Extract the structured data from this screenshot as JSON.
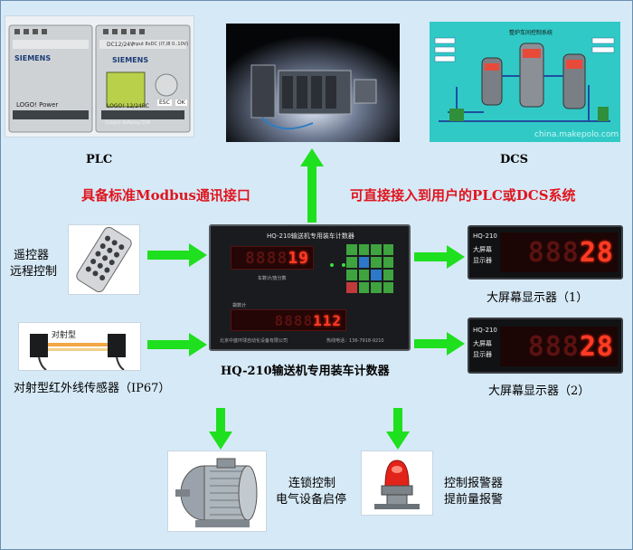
{
  "labels": {
    "plc": "PLC",
    "dcs": "DCS",
    "modbus": "具备标准Modbus通讯接口",
    "direct": "可直接接入到用户的PLC或DCS系统",
    "remote_1": "遥控器",
    "remote_2": "远程控制",
    "sensor": "对射型红外线传感器（IP67）",
    "sensor_tag": "对射型",
    "device": "HQ-210输送机专用装车计数器",
    "display_1": "大屏幕显示器（1）",
    "display_2": "大屏幕显示器（2）",
    "motor_1": "连锁控制",
    "motor_2": "电气设备启停",
    "alarm_1": "控制报警器",
    "alarm_2": "提前量报警"
  },
  "plc_panel": {
    "brand": "SIEMENS",
    "brand2": "SIEMENS",
    "model_left": "LOGO! Power",
    "model_right": "LOGO! 12/24RC",
    "voltage": "DC12/24V",
    "input": "Input 8xDC (I7,I8 0..10V)",
    "output": "Output 4xRelay/10A",
    "ok": "OK",
    "esc": "ESC"
  },
  "dcs_panel": {
    "title": "整炉车间控制系统",
    "watermark": "china.makepolo.com"
  },
  "counter": {
    "title": "HQ-210输送机专用装车计数器",
    "top_value": "19",
    "bottom_value": "112",
    "label_mid1": "车数计/放分数",
    "label_mid2": "袋数计",
    "company": "北京中盛环球自动化设备有限公司",
    "hotline": "热线电话：136-7918-9210"
  },
  "big_display": {
    "model": "HQ-210",
    "name": "大屏幕",
    "name2": "显示器",
    "value": "28"
  },
  "colors": {
    "arrow": "#1ee01e",
    "title_red": "#e0151e",
    "led": "#ff3b24"
  }
}
